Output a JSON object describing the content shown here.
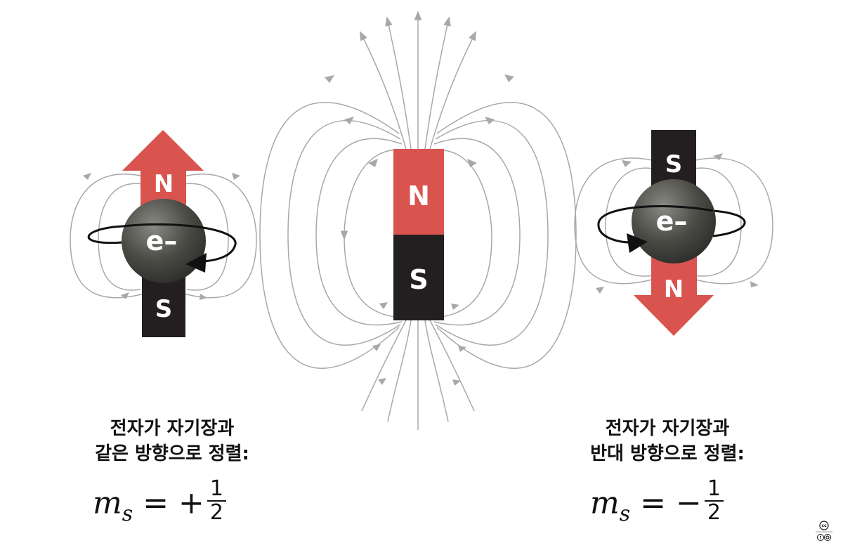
{
  "magnet": {
    "north_label": "N",
    "south_label": "S"
  },
  "left_electron": {
    "particle_label": "e–",
    "north_label": "N",
    "south_label": "S",
    "caption_line1": "전자가 자기장과",
    "caption_line2": "같은 방향으로 정렬:",
    "eq_symbol": "m",
    "eq_subscript": "s",
    "eq_equals": "=",
    "eq_sign": "+",
    "eq_numerator": "1",
    "eq_denominator": "2"
  },
  "right_electron": {
    "particle_label": "e–",
    "north_label": "N",
    "south_label": "S",
    "caption_line1": "전자가 자기장과",
    "caption_line2": "반대 방향으로 정렬:",
    "eq_symbol": "m",
    "eq_subscript": "s",
    "eq_equals": "=",
    "eq_sign": "−",
    "eq_numerator": "1",
    "eq_denominator": "2"
  },
  "colors": {
    "north_red": "#d9534f",
    "south_black": "#231f20",
    "field_line": "#a8a8a8",
    "sphere_dark": "#3c3c38",
    "sphere_light": "#8a8a84"
  },
  "icons": {
    "license_badge": "creative-commons-badge-icon"
  }
}
